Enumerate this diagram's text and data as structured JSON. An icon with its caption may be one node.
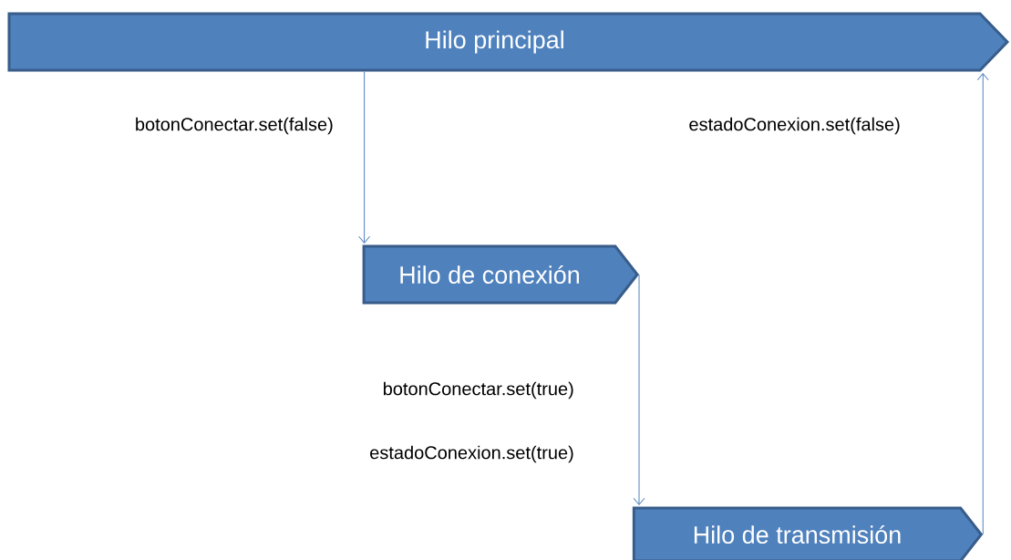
{
  "diagram": {
    "nodes": [
      {
        "text": [
          "Hilo principal"
        ]
      },
      {
        "text": [
          "Hilo de conexión"
        ]
      },
      {
        "text": [
          "Hilo de transmisión"
        ]
      }
    ],
    "edges": [
      {
        "from": 0,
        "to": 1,
        "arrow": "to",
        "label": "botonConectar.set(false)"
      },
      {
        "from": 1,
        "to": 2,
        "arrow": "to",
        "label": "botonConectar.set(true)"
      },
      {
        "from": 2,
        "to": 0,
        "arrow": "to",
        "label": "estadoConexion.set(false)"
      }
    ],
    "labels": [
      "estadoConexion.set(true)"
    ]
  }
}
